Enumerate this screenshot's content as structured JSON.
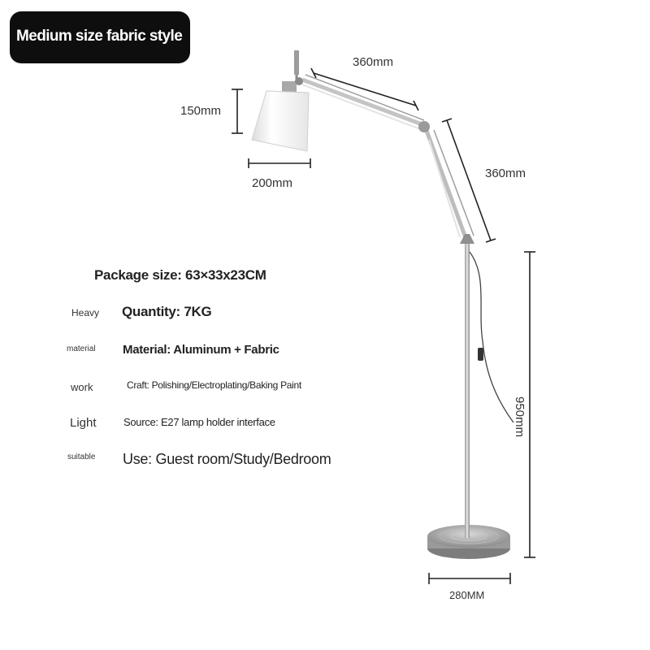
{
  "banner": {
    "title": "Medium size fabric style"
  },
  "dimensions": {
    "upper_arm": "360mm",
    "lower_arm": "360mm",
    "shade_height": "150mm",
    "shade_width": "200mm",
    "pole_height": "950mm",
    "base_width": "280MM"
  },
  "specs": {
    "package": "Package size: 63×33x23CM",
    "quantity_label": "Heavy",
    "quantity": "Quantity: 7KG",
    "material_label": "material",
    "material": "Material: Aluminum + Fabric",
    "craft_label": "work",
    "craft": "Craft: Polishing/Electroplating/Baking Paint",
    "source_label": "Light",
    "source": "Source: E27 lamp holder interface",
    "use_label": "suitable",
    "use": "Use: Guest room/Study/Bedroom"
  }
}
